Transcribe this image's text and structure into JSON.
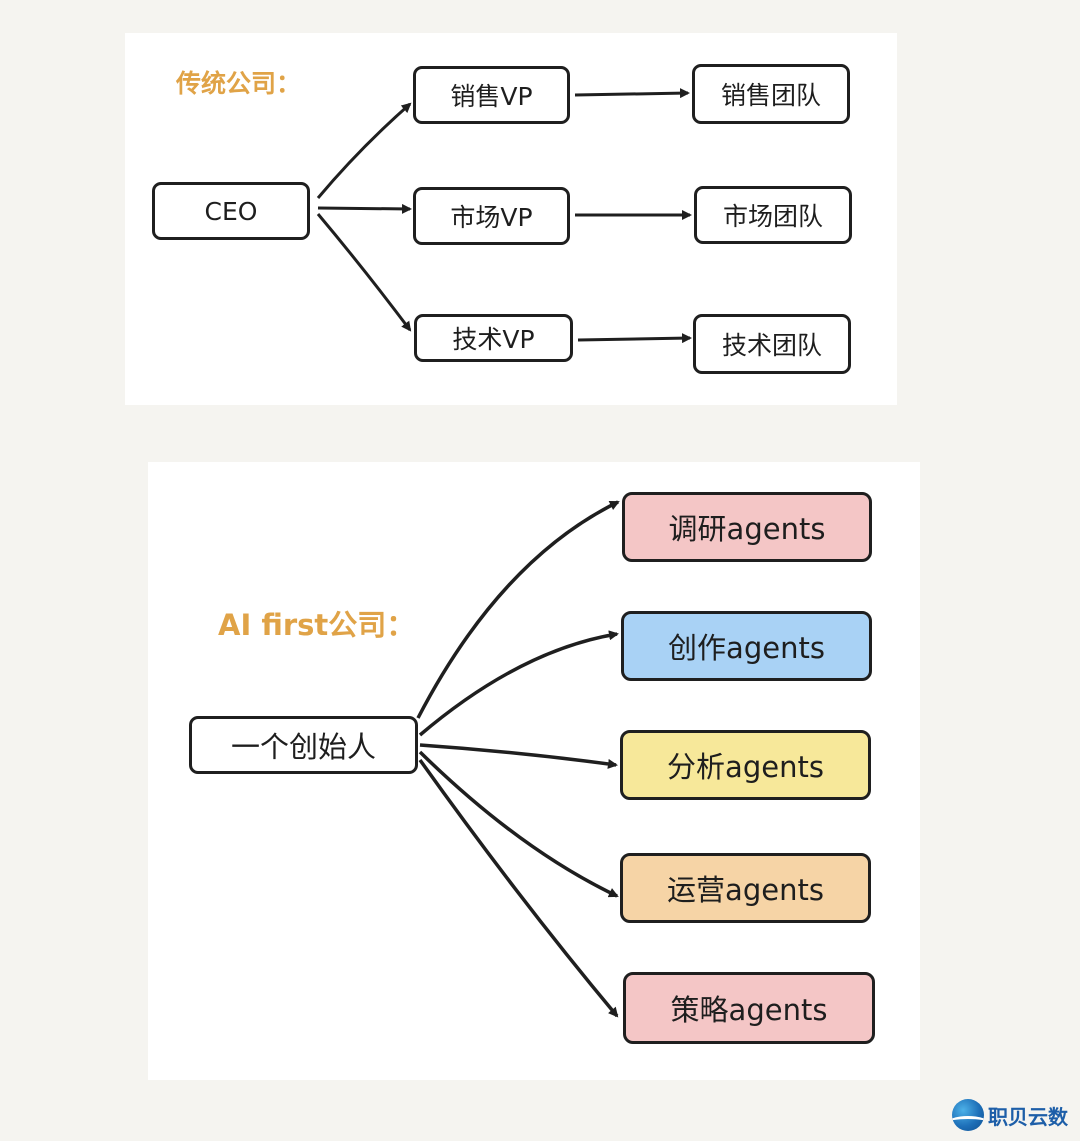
{
  "traditional": {
    "heading": "传统公司：",
    "ceo": "CEO",
    "vps": [
      "销售VP",
      "市场VP",
      "技术VP"
    ],
    "teams": [
      "销售团队",
      "市场团队",
      "技术团队"
    ]
  },
  "ai_first": {
    "heading": "AI first公司：",
    "founder": "一个创始人",
    "agents": [
      {
        "label": "调研agents",
        "color": "#f4c6c6"
      },
      {
        "label": "创作agents",
        "color": "#a9d2f5"
      },
      {
        "label": "分析agents",
        "color": "#f7e89a"
      },
      {
        "label": "运营agents",
        "color": "#f6d4a6"
      },
      {
        "label": "策略agents",
        "color": "#f4c6c6"
      }
    ]
  },
  "watermark": {
    "text": "职贝云数",
    "icon": "wave-globe-logo-icon"
  }
}
